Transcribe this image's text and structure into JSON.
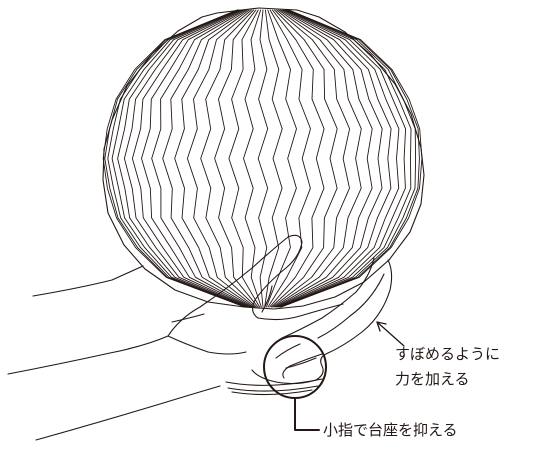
{
  "annotations": {
    "squeeze_line1": "すぼめるように",
    "squeeze_line2": "力を加える",
    "pinky_note": "小指で台座を抑える"
  },
  "colors": {
    "line": "#231815",
    "background": "#ffffff"
  },
  "icons": {
    "arrow": "diagonal-arrow-icon",
    "callout": "circle-callout-icon"
  }
}
